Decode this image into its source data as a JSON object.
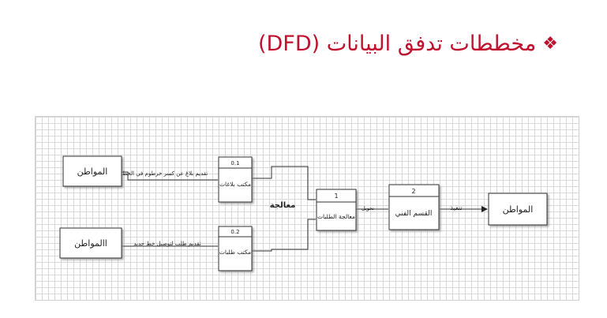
{
  "title": {
    "bullet_icon": "four-diamond-bullet",
    "text": "مخططات تدفق البيانات (DFD)",
    "color": "#c0122e"
  },
  "diagram": {
    "entity_citizen_top": "المواطن",
    "entity_citizen_bottom": "االمواطن",
    "entity_citizen_right": "المواطن",
    "process_01": {
      "id": "0.1",
      "label": "مكتب بلاغات"
    },
    "process_02": {
      "id": "0.2",
      "label": "مكتب طلبات"
    },
    "process_1": {
      "id": "1",
      "label": "معالجة الطلبات"
    },
    "process_2": {
      "id": "2",
      "label": "القسم الفني"
    },
    "label_processing": "معالجة",
    "flow_report": "تقديم بلاغ عن كسر خرطوم في الخط",
    "flow_request": "تقديم طلب لتوصيل خط جديد",
    "flow_transfer": "تحويل",
    "flow_execute": "تنفيذ"
  }
}
